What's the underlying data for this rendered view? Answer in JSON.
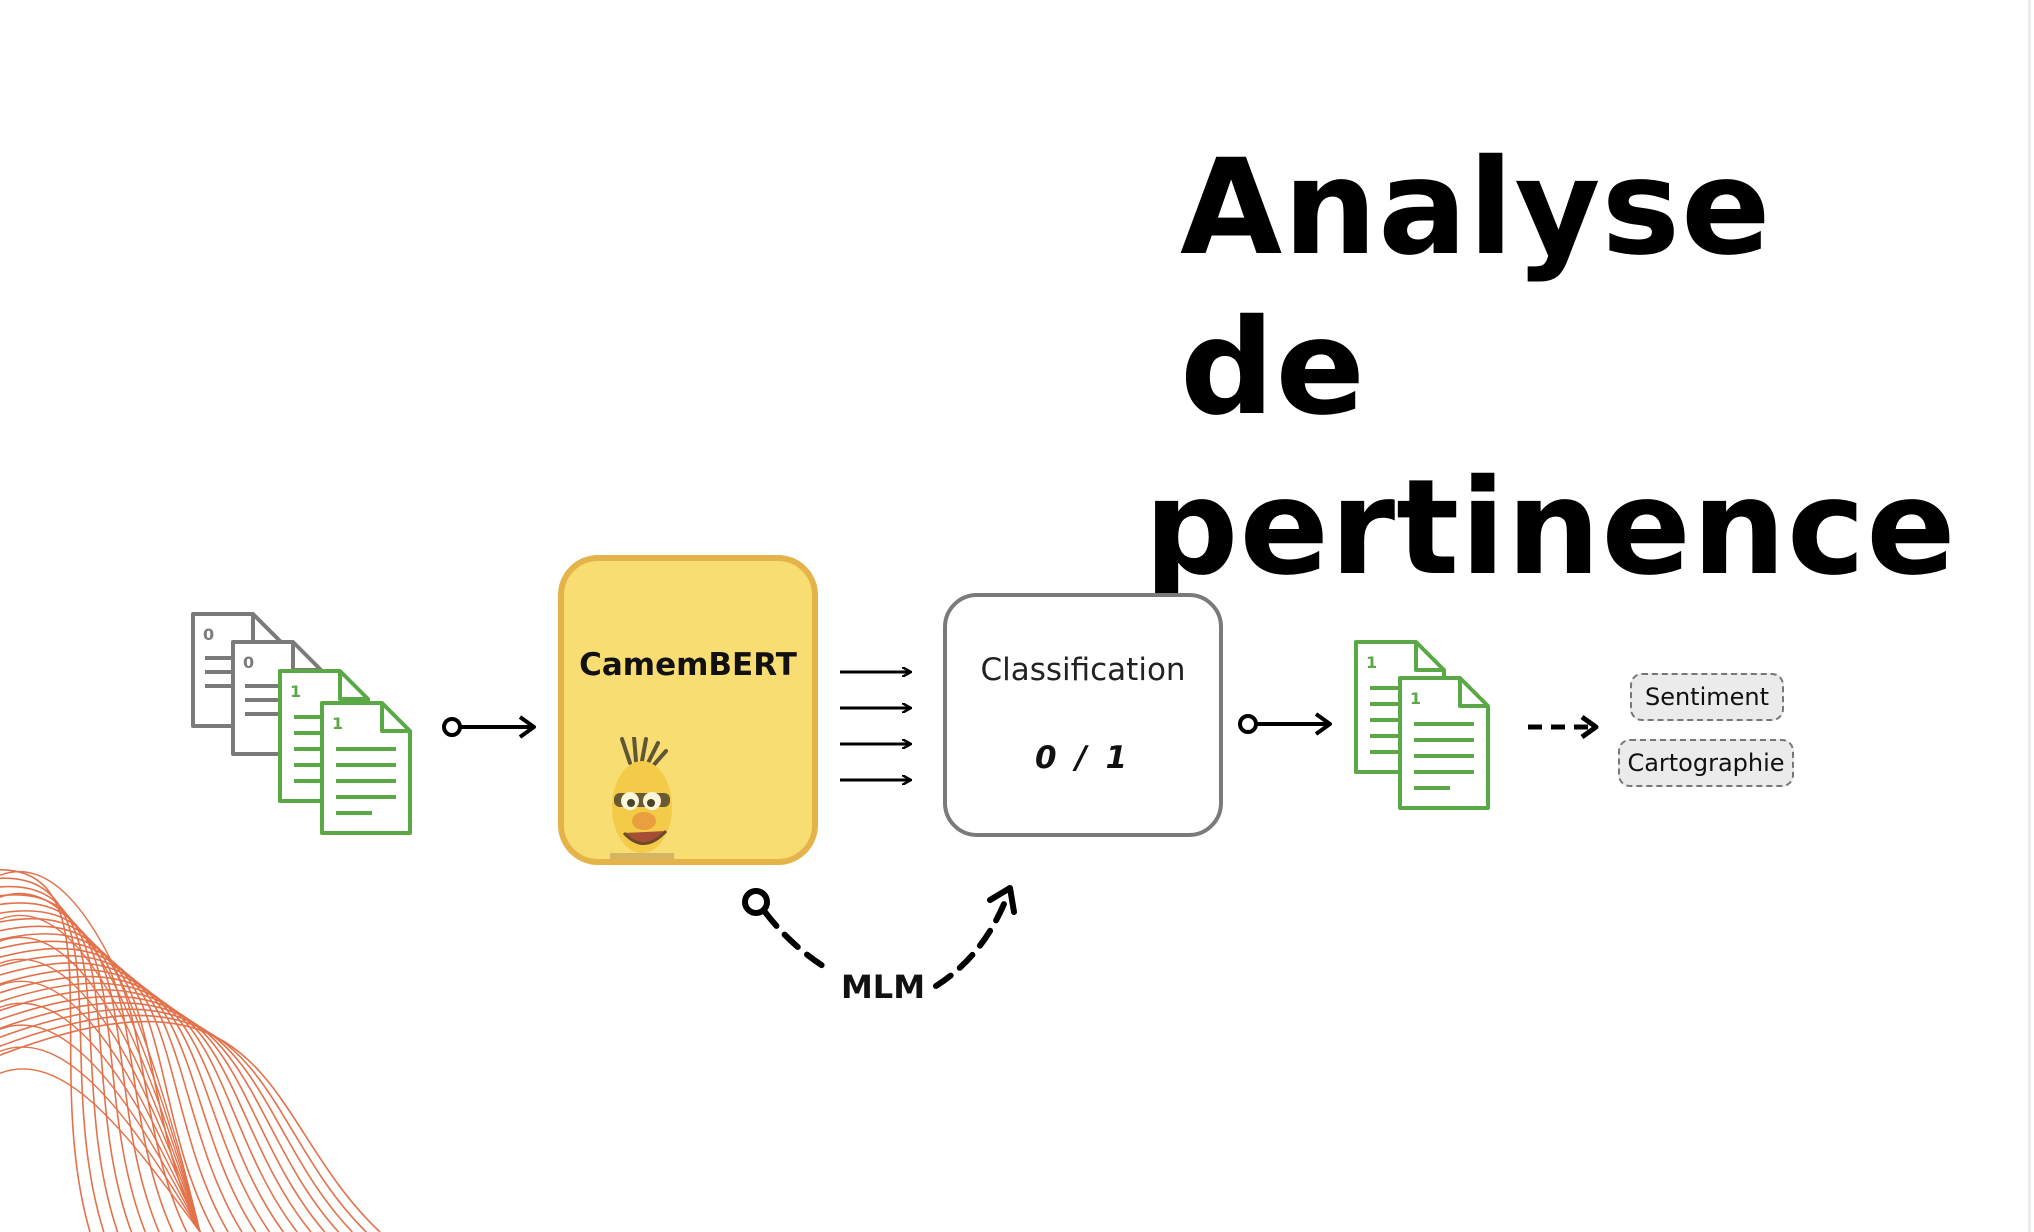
{
  "title": {
    "line1": "Analyse de",
    "line2": "pertinence"
  },
  "diagram": {
    "input_docs": {
      "labels": [
        "0",
        "0",
        "1",
        "1"
      ]
    },
    "model": {
      "label": "CamemBERT"
    },
    "classifier": {
      "label": "Classification",
      "output": "0 / 1"
    },
    "output_docs": {
      "labels": [
        "1",
        "1"
      ]
    },
    "loop": {
      "label": "MLM"
    },
    "downstream": {
      "tags": [
        "Sentiment",
        "Cartographie"
      ]
    }
  },
  "colors": {
    "relevant_doc": "#5aa846",
    "irrelevant_doc": "#7b7b7b",
    "model_fill": "#f8dd72",
    "model_border": "#e4b349",
    "decoration": "#e2724b"
  },
  "icons": [
    "document-stack-icon",
    "arrow-right-icon",
    "dashed-arrow-icon",
    "curved-arrow-icon",
    "puppet-mascot-icon",
    "wave-decoration"
  ]
}
